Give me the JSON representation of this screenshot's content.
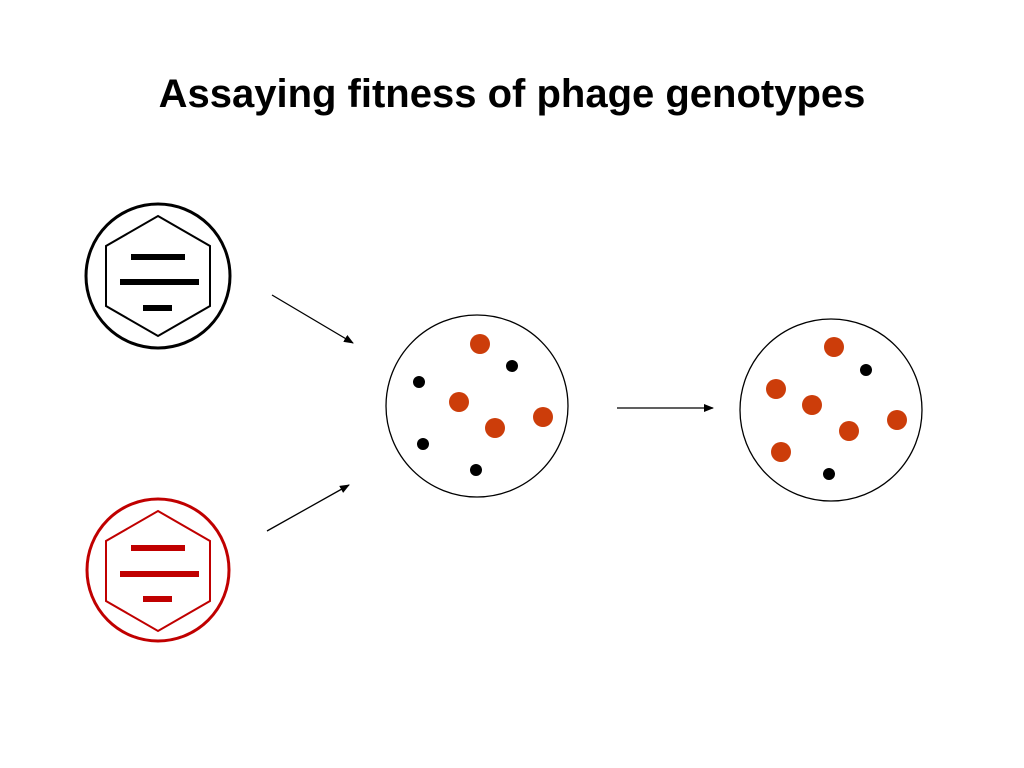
{
  "slide": {
    "title": "Assaying fitness of phage genotypes"
  },
  "colors": {
    "background": "#ffffff",
    "black": "#000000",
    "red_phage": "#c00000",
    "red_particle": "#cc3d0a"
  },
  "diagram": {
    "phages": [
      {
        "name": "phage-black",
        "color": "black"
      },
      {
        "name": "phage-red",
        "color": "red"
      }
    ],
    "populations": [
      {
        "name": "initial-mixture",
        "red_particles": 4,
        "black_particles": 4
      },
      {
        "name": "final-mixture",
        "red_particles": 6,
        "black_particles": 2
      }
    ]
  }
}
